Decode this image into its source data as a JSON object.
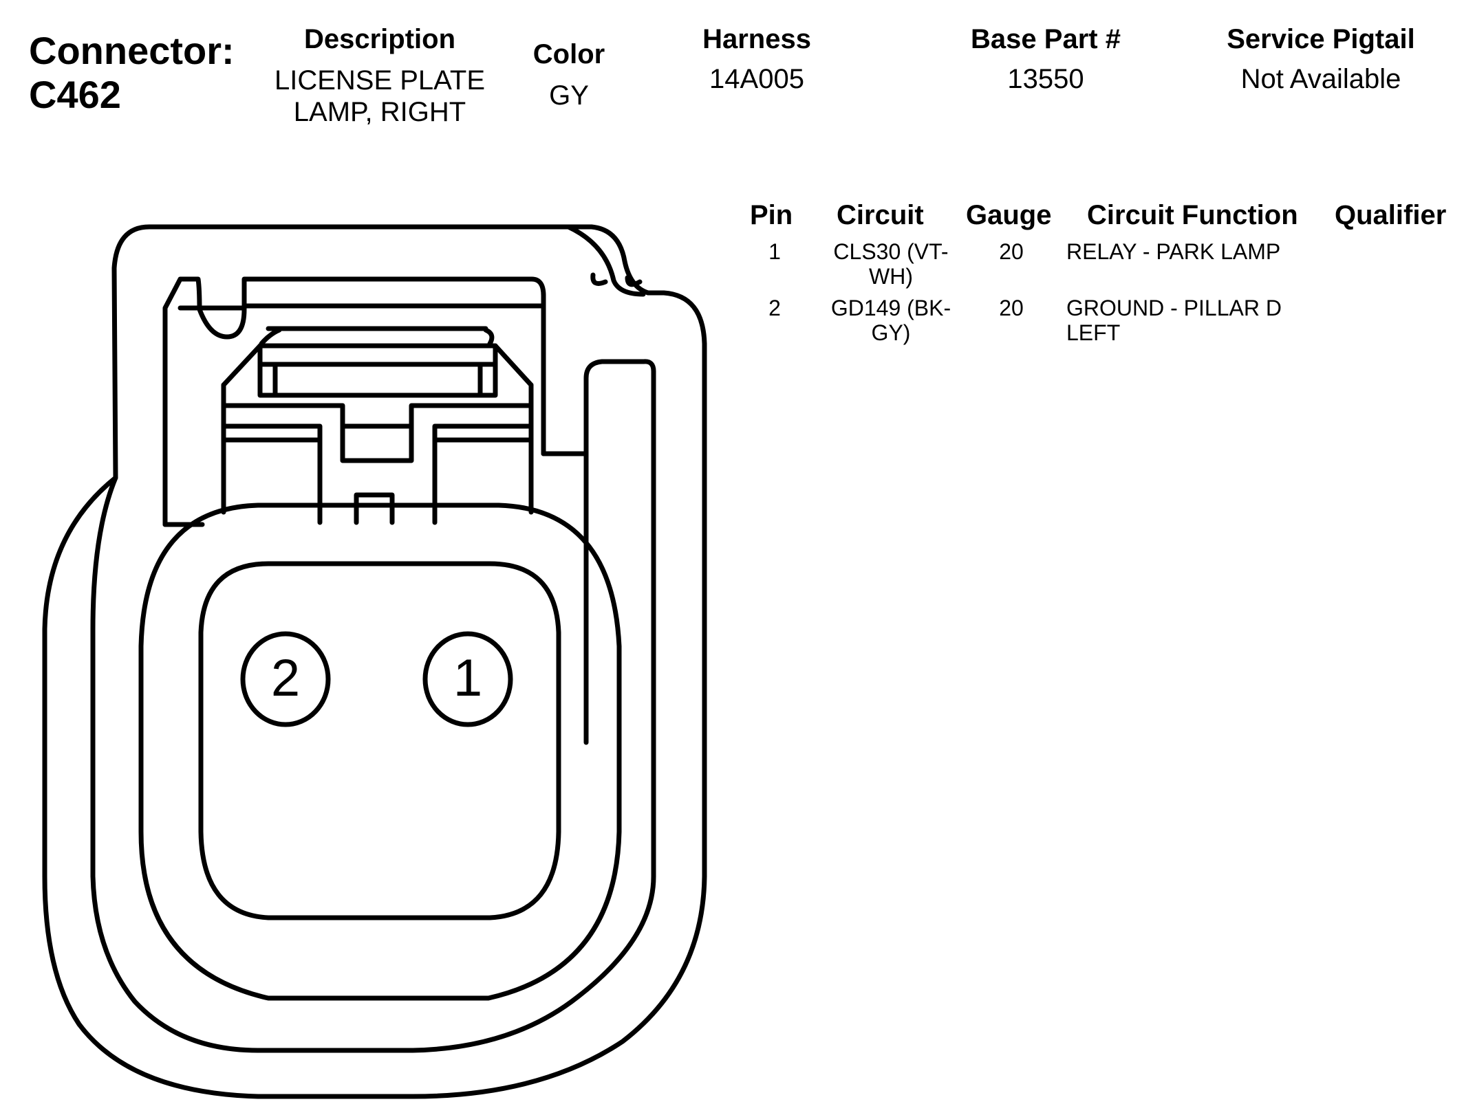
{
  "header": {
    "connector_label": "Connector:",
    "connector_id": "C462",
    "description_label": "Description",
    "description_line1": "LICENSE PLATE",
    "description_line2": "LAMP, RIGHT",
    "color_label": "Color",
    "color_value": "GY",
    "harness_label": "Harness",
    "harness_value": "14A005",
    "base_part_label": "Base Part #",
    "base_part_value": "13550",
    "pigtail_label": "Service Pigtail",
    "pigtail_value": "Not Available"
  },
  "pin_table": {
    "headers": {
      "pin": "Pin",
      "circuit": "Circuit",
      "gauge": "Gauge",
      "function": "Circuit Function",
      "qualifier": "Qualifier"
    },
    "rows": [
      {
        "pin": "1",
        "circuit_line1": "CLS30 (VT-",
        "circuit_line2": "WH)",
        "gauge": "20",
        "function_line1": "RELAY - PARK LAMP",
        "function_line2": "",
        "qualifier": ""
      },
      {
        "pin": "2",
        "circuit_line1": "GD149 (BK-",
        "circuit_line2": "GY)",
        "gauge": "20",
        "function_line1": "GROUND - PILLAR D",
        "function_line2": "LEFT",
        "qualifier": ""
      }
    ]
  },
  "connector_face": {
    "pin_labels": [
      "2",
      "1"
    ],
    "line_color": "#000000",
    "background": "#ffffff"
  }
}
